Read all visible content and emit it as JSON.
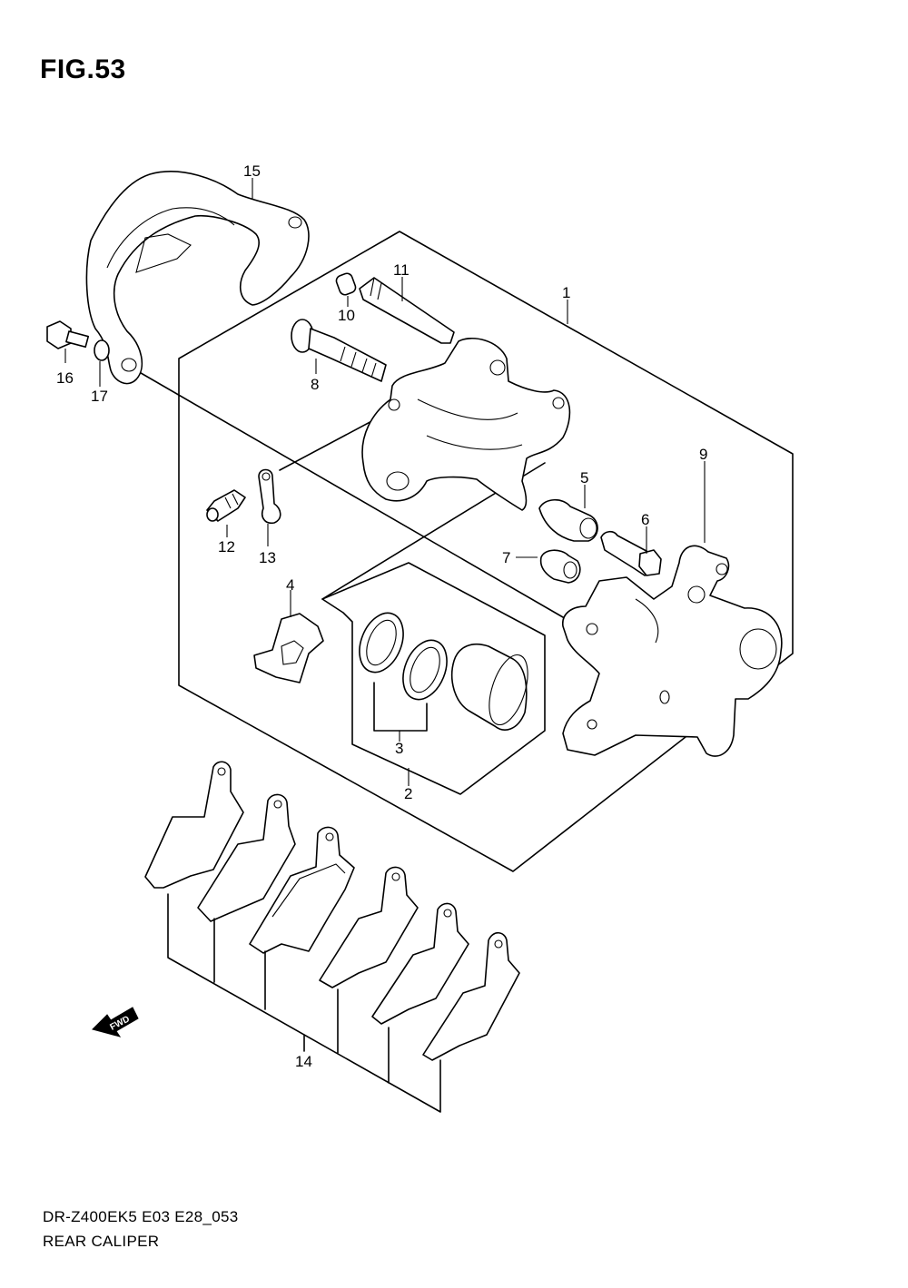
{
  "figure": {
    "title": "FIG.53"
  },
  "footer": {
    "code": "DR-Z400EK5 E03 E28_053",
    "caption": "REAR CALIPER"
  },
  "direction_marker": {
    "text": "FWD"
  },
  "callouts": [
    {
      "id": "c1",
      "number": "1"
    },
    {
      "id": "c2",
      "number": "2"
    },
    {
      "id": "c3",
      "number": "3"
    },
    {
      "id": "c4",
      "number": "4"
    },
    {
      "id": "c5",
      "number": "5"
    },
    {
      "id": "c6",
      "number": "6"
    },
    {
      "id": "c7",
      "number": "7"
    },
    {
      "id": "c8",
      "number": "8"
    },
    {
      "id": "c9",
      "number": "9"
    },
    {
      "id": "c10",
      "number": "10"
    },
    {
      "id": "c11",
      "number": "11"
    },
    {
      "id": "c12",
      "number": "12"
    },
    {
      "id": "c13",
      "number": "13"
    },
    {
      "id": "c14",
      "number": "14"
    },
    {
      "id": "c15",
      "number": "15"
    },
    {
      "id": "c16",
      "number": "16"
    },
    {
      "id": "c17",
      "number": "17"
    }
  ]
}
